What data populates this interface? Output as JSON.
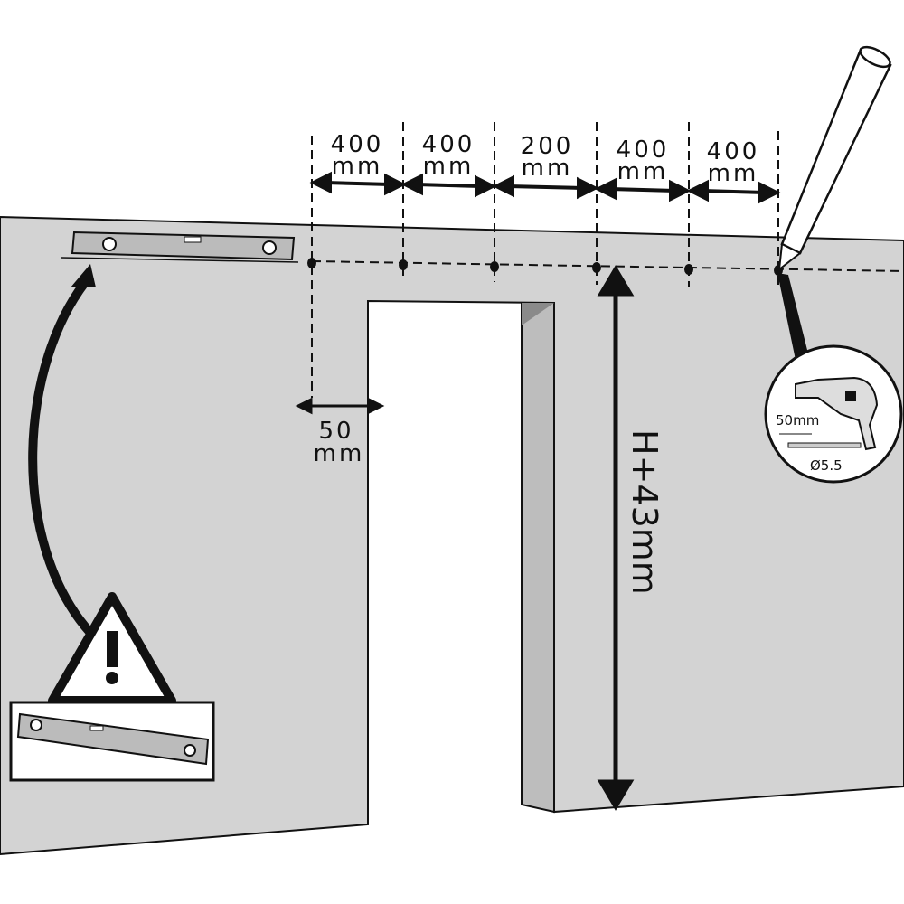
{
  "spacing_labels": [
    {
      "value": "400",
      "unit": "mm"
    },
    {
      "value": "400",
      "unit": "mm"
    },
    {
      "value": "200",
      "unit": "mm"
    },
    {
      "value": "400",
      "unit": "mm"
    },
    {
      "value": "400",
      "unit": "mm"
    }
  ],
  "offset_label": {
    "value": "50",
    "unit": "mm"
  },
  "height_label": "H+43mm",
  "drill_detail": {
    "depth": "50mm",
    "diameter": "Ø5.5"
  },
  "colors": {
    "wall": "#d3d3d3",
    "jamb": "#a9a9a9",
    "ink": "#111111"
  }
}
